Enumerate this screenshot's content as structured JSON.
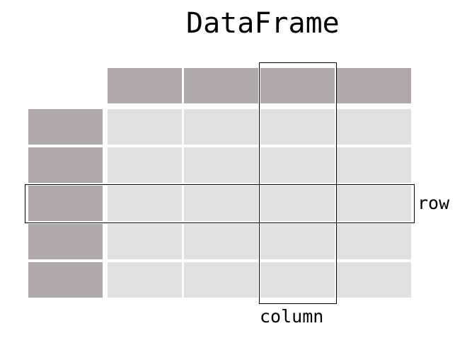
{
  "title": "DataFrame",
  "labels": {
    "row": "row",
    "column": "column"
  },
  "grid": {
    "header_columns": 4,
    "data_rows": 5,
    "highlighted_column": 3,
    "highlighted_row": 3
  },
  "colors": {
    "header": "#aeaaa9",
    "index": "#aeaaa9",
    "data": "#e1dfdf",
    "outline": "#000000"
  }
}
